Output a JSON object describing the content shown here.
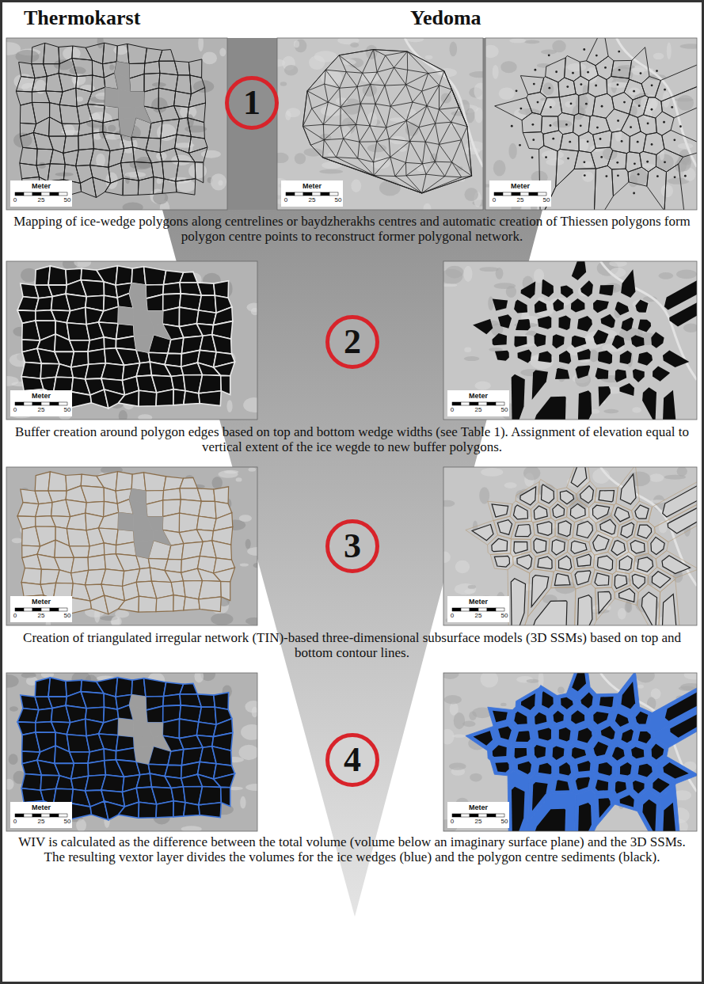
{
  "diagram": {
    "nodes": [
      {
        "text": [
          "1"
        ]
      },
      {
        "text": [
          "2"
        ]
      },
      {
        "text": [
          "3"
        ]
      },
      {
        "text": [
          "4"
        ]
      }
    ],
    "labels": [
      "Thermokarst",
      "Yedoma",
      "Meter",
      "0",
      "25",
      "50",
      "Meter",
      "0",
      "25",
      "50",
      "Meter",
      "0",
      "25",
      "50",
      "Mapping of ice-wedge polygons along centrelines or baydzherakhs centres and automatic creation of Thiessen polygons form polygon centre points to reconstruct former polygonal network.",
      "Meter",
      "0",
      "25",
      "50",
      "Meter",
      "0",
      "25",
      "50",
      "Buffer creation around polygon edges based on top and bottom wedge widths (see Table 1). Assignment of elevation equal to vertical extent of the ice wegde to new buffer polygons.",
      "Meter",
      "0",
      "25",
      "50",
      "Meter",
      "0",
      "25",
      "50",
      "Creation of triangulated irregular network (TIN)-based three-dimensional subsurface models (3D SSMs) based on top and bottom contour lines.",
      "Meter",
      "0",
      "25",
      "50",
      "Meter",
      "0",
      "25",
      "50",
      "WIV is calculated as the difference between the total volume (volume below an imaginary surface plane) and the 3D SSMs. The resulting vextor layer divides the volumes for the ice wedges (blue) and the polygon centre sediments (black)."
    ]
  }
}
